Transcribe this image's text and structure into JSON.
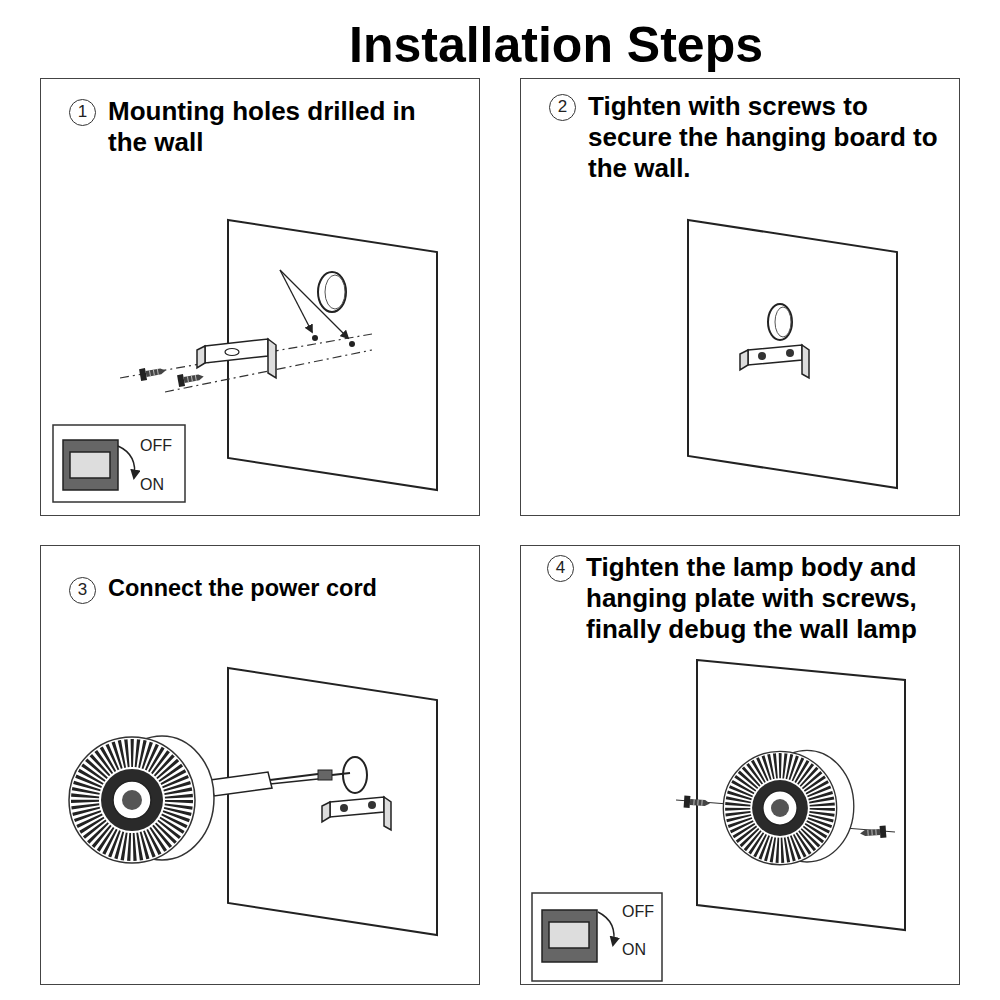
{
  "diagram": {
    "title": "Installation Steps",
    "nodes": [
      {
        "text": [
          "1",
          "Mounting holes drilled in the wall"
        ]
      },
      {
        "text": [
          "2",
          "Tighten with screws to secure the hanging board to the wall."
        ]
      },
      {
        "text": [
          "3",
          "Connect the power cord"
        ]
      },
      {
        "text": [
          "4",
          "Tighten the lamp body and hanging plate with screws, finally debug the wall lamp"
        ]
      }
    ],
    "labels": [
      "OFF",
      "ON",
      "OFF",
      "ON"
    ]
  }
}
